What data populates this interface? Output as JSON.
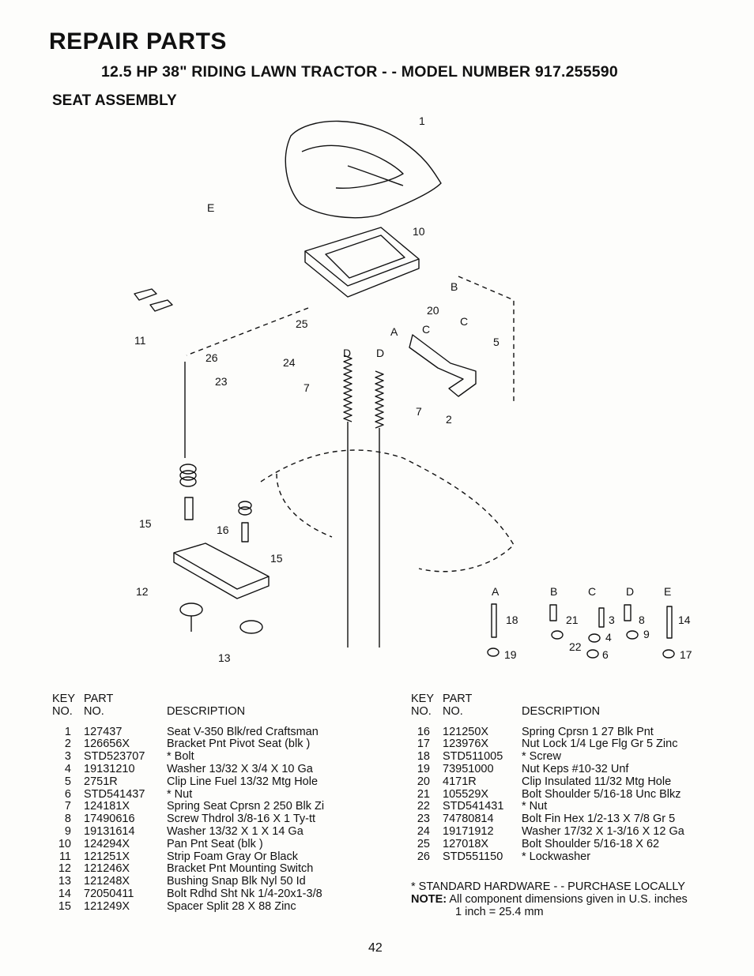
{
  "header": {
    "title": "REPAIR PARTS",
    "model": "12.5 HP 38\" RIDING LAWN TRACTOR - - MODEL NUMBER 917.255590",
    "section": "SEAT ASSEMBLY"
  },
  "diagram": {
    "callouts": [
      "1",
      "10",
      "E",
      "B",
      "20",
      "25",
      "A",
      "C",
      "C",
      "5",
      "11",
      "26",
      "24",
      "D",
      "D",
      "23",
      "7",
      "7",
      "2",
      "15",
      "16",
      "15",
      "12",
      "13",
      "A",
      "B",
      "C",
      "D",
      "E",
      "18",
      "21",
      "3",
      "8",
      "14",
      "22",
      "4",
      "9",
      "19",
      "6",
      "17"
    ]
  },
  "parts_columns": {
    "key_label": "KEY",
    "no_label": "NO.",
    "part_label": "PART",
    "description_label": "DESCRIPTION"
  },
  "parts_left": [
    {
      "key": "1",
      "part": "127437",
      "desc": "Seat V-350 Blk/red Craftsman"
    },
    {
      "key": "2",
      "part": "126656X",
      "desc": "Bracket Pnt Pivot Seat (blk )"
    },
    {
      "key": "3",
      "part": "STD523707",
      "desc": "* Bolt"
    },
    {
      "key": "4",
      "part": "19131210",
      "desc": "Washer 13/32 X 3/4 X 10 Ga"
    },
    {
      "key": "5",
      "part": "2751R",
      "desc": "Clip Line Fuel 13/32 Mtg Hole"
    },
    {
      "key": "6",
      "part": "STD541437",
      "desc": "* Nut"
    },
    {
      "key": "7",
      "part": "124181X",
      "desc": "Spring Seat Cprsn 2 250 Blk Zi"
    },
    {
      "key": "8",
      "part": "17490616",
      "desc": "Screw Thdrol 3/8-16 X 1 Ty-tt"
    },
    {
      "key": "9",
      "part": "19131614",
      "desc": "Washer 13/32 X 1 X 14 Ga"
    },
    {
      "key": "10",
      "part": "124294X",
      "desc": "Pan Pnt Seat (blk )"
    },
    {
      "key": "11",
      "part": "121251X",
      "desc": "Strip Foam Gray Or Black"
    },
    {
      "key": "12",
      "part": "121246X",
      "desc": "Bracket Pnt Mounting Switch"
    },
    {
      "key": "13",
      "part": "121248X",
      "desc": "Bushing Snap Blk Nyl 50 Id"
    },
    {
      "key": "14",
      "part": "72050411",
      "desc": "Bolt Rdhd Sht Nk 1/4-20x1-3/8"
    },
    {
      "key": "15",
      "part": "121249X",
      "desc": "Spacer Split 28 X 88 Zinc"
    }
  ],
  "parts_right": [
    {
      "key": "16",
      "part": "121250X",
      "desc": "Spring Cprsn 1 27 Blk Pnt"
    },
    {
      "key": "17",
      "part": "123976X",
      "desc": "Nut Lock 1/4 Lge Flg Gr 5 Zinc"
    },
    {
      "key": "18",
      "part": "STD511005",
      "desc": "* Screw"
    },
    {
      "key": "19",
      "part": "73951000",
      "desc": "Nut Keps #10-32 Unf"
    },
    {
      "key": "20",
      "part": "4171R",
      "desc": "Clip Insulated 11/32 Mtg Hole"
    },
    {
      "key": "21",
      "part": "105529X",
      "desc": "Bolt Shoulder 5/16-18 Unc Blkz"
    },
    {
      "key": "22",
      "part": "STD541431",
      "desc": "* Nut"
    },
    {
      "key": "23",
      "part": "74780814",
      "desc": "Bolt Fin Hex 1/2-13 X 7/8 Gr 5"
    },
    {
      "key": "24",
      "part": "19171912",
      "desc": "Washer 17/32 X 1-3/16 X 12 Ga"
    },
    {
      "key": "25",
      "part": "127018X",
      "desc": "Bolt Shoulder 5/16-18 X 62"
    },
    {
      "key": "26",
      "part": "STD551150",
      "desc": "* Lockwasher"
    }
  ],
  "footnote": {
    "standard": "* STANDARD HARDWARE - - PURCHASE LOCALLY",
    "note_label": "NOTE:",
    "note_text": "All component dimensions given in U.S. inches",
    "note_line2": "1 inch = 25.4 mm"
  },
  "page_number": "42"
}
